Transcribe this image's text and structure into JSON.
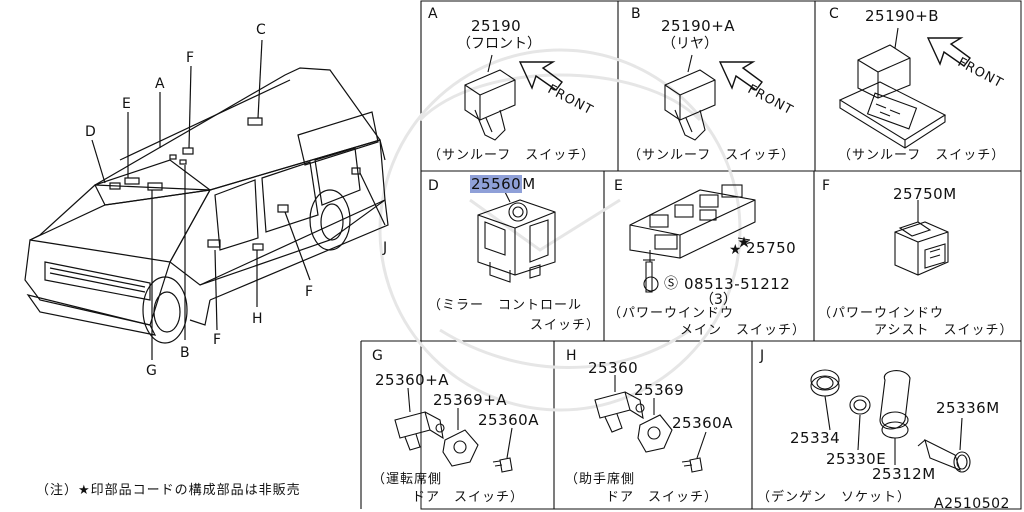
{
  "car": {
    "labels": {
      "A": "A",
      "B": "B",
      "C": "C",
      "D": "D",
      "E": "E",
      "F_top": "F",
      "F_mid": "F",
      "F_low": "F",
      "G": "G",
      "H": "H",
      "J": "J"
    }
  },
  "panels": {
    "A": {
      "letter": "A",
      "part": "25190",
      "sub": "（フロント）",
      "front": "FRONT",
      "caption": "（サンルーフ　スイッチ）"
    },
    "B": {
      "letter": "B",
      "part": "25190+A",
      "sub": "（リヤ）",
      "front": "FRONT",
      "caption": "（サンルーフ　スイッチ）"
    },
    "C": {
      "letter": "C",
      "part": "25190+B",
      "front": "FRONT",
      "caption": "（サンルーフ　スイッチ）"
    },
    "D": {
      "letter": "D",
      "part_hl": "25560",
      "part_suffix": "M",
      "caption1": "（ミラー　コントロール",
      "caption2": "スイッチ）"
    },
    "E": {
      "letter": "E",
      "part": "25750",
      "screw": "08513-51212",
      "qty": "（3）",
      "caption1": "（パワーウインドウ",
      "caption2": "メイン　スイッチ）"
    },
    "F": {
      "letter": "F",
      "part": "25750M",
      "caption1": "（パワーウインドウ",
      "caption2": "アシスト　スイッチ）"
    },
    "G": {
      "letter": "G",
      "p1": "25360+A",
      "p2": "25369+A",
      "p3": "25360A",
      "caption1": "（運転席側",
      "caption2": "ドア　スイッチ）"
    },
    "H": {
      "letter": "H",
      "p1": "25360",
      "p2": "25369",
      "p3": "25360A",
      "caption1": "（助手席側",
      "caption2": "ドア　スイッチ）"
    },
    "J": {
      "letter": "J",
      "p1": "25334",
      "p2": "25330E",
      "p3": "25312M",
      "p4": "25336M",
      "caption": "（デンゲン　ソケット）"
    }
  },
  "footnote": "（注）★印部品コードの構成部品は非販売",
  "diagram_id": "A2510502"
}
